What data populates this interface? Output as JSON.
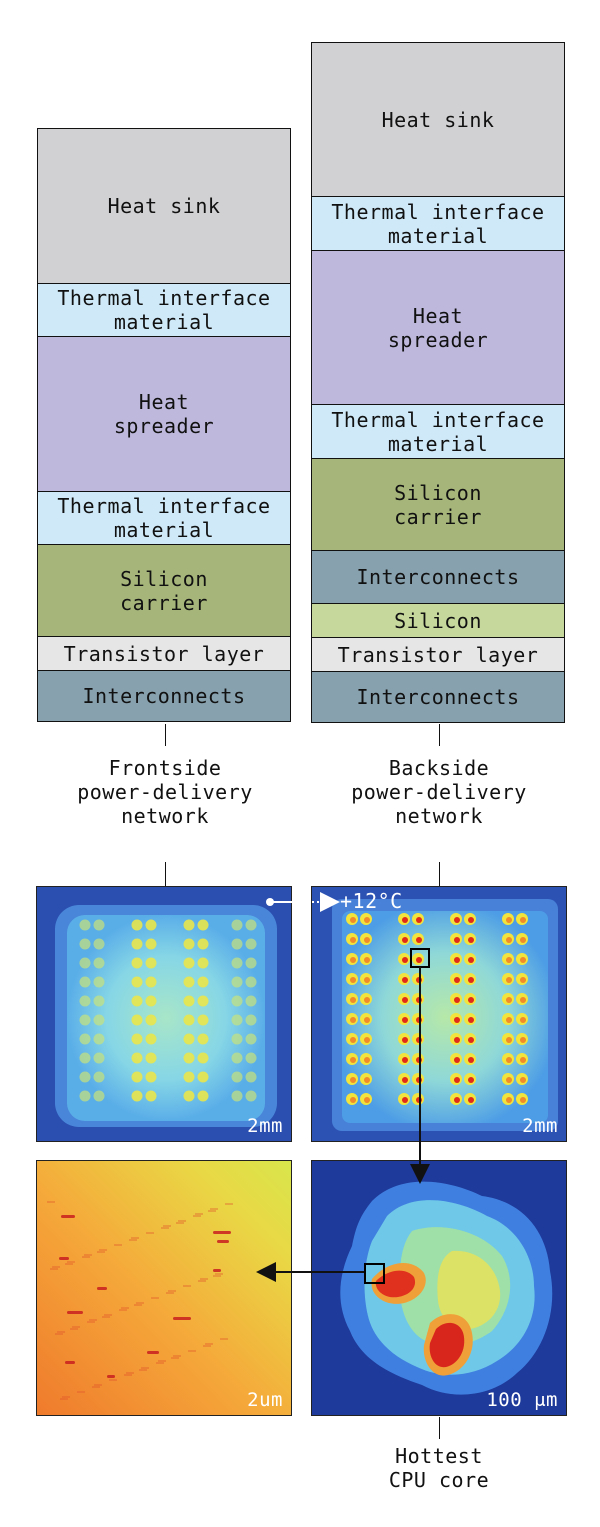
{
  "frontside": {
    "layers": [
      {
        "label": "Heat sink",
        "color": "#d1d1d3"
      },
      {
        "label": "Thermal interface\nmaterial",
        "color": "#cfe9f8"
      },
      {
        "label": "Heat\nspreader",
        "color": "#bdb8dc"
      },
      {
        "label": "Thermal interface\nmaterial",
        "color": "#cfe9f8"
      },
      {
        "label": "Silicon\ncarrier",
        "color": "#a6b67a"
      },
      {
        "label": "Transistor layer",
        "color": "#e6e6e6"
      },
      {
        "label": "Interconnects",
        "color": "#87a1ae"
      }
    ],
    "caption": "Frontside\npower-delivery\nnetwork"
  },
  "backside": {
    "layers": [
      {
        "label": "Heat sink",
        "color": "#d1d1d3"
      },
      {
        "label": "Thermal interface\nmaterial",
        "color": "#cfe9f8"
      },
      {
        "label": "Heat\nspreader",
        "color": "#bdb8dc"
      },
      {
        "label": "Thermal interface\nmaterial",
        "color": "#cfe9f8"
      },
      {
        "label": "Silicon\ncarrier",
        "color": "#a6b67a"
      },
      {
        "label": "Interconnects",
        "color": "#87a1ae"
      },
      {
        "label": "Silicon",
        "color": "#c6d89c"
      },
      {
        "label": "Transistor layer",
        "color": "#e6e6e6"
      },
      {
        "label": "Interconnects",
        "color": "#87a1ae"
      }
    ],
    "caption": "Backside\npower-delivery\nnetwork"
  },
  "thermal_maps": {
    "delta_label": "+12°C",
    "front_scale": "2mm",
    "back_scale": "2mm",
    "micro_scale": "2um",
    "core_scale": "100 μm",
    "core_caption": "Hottest\nCPU core"
  }
}
